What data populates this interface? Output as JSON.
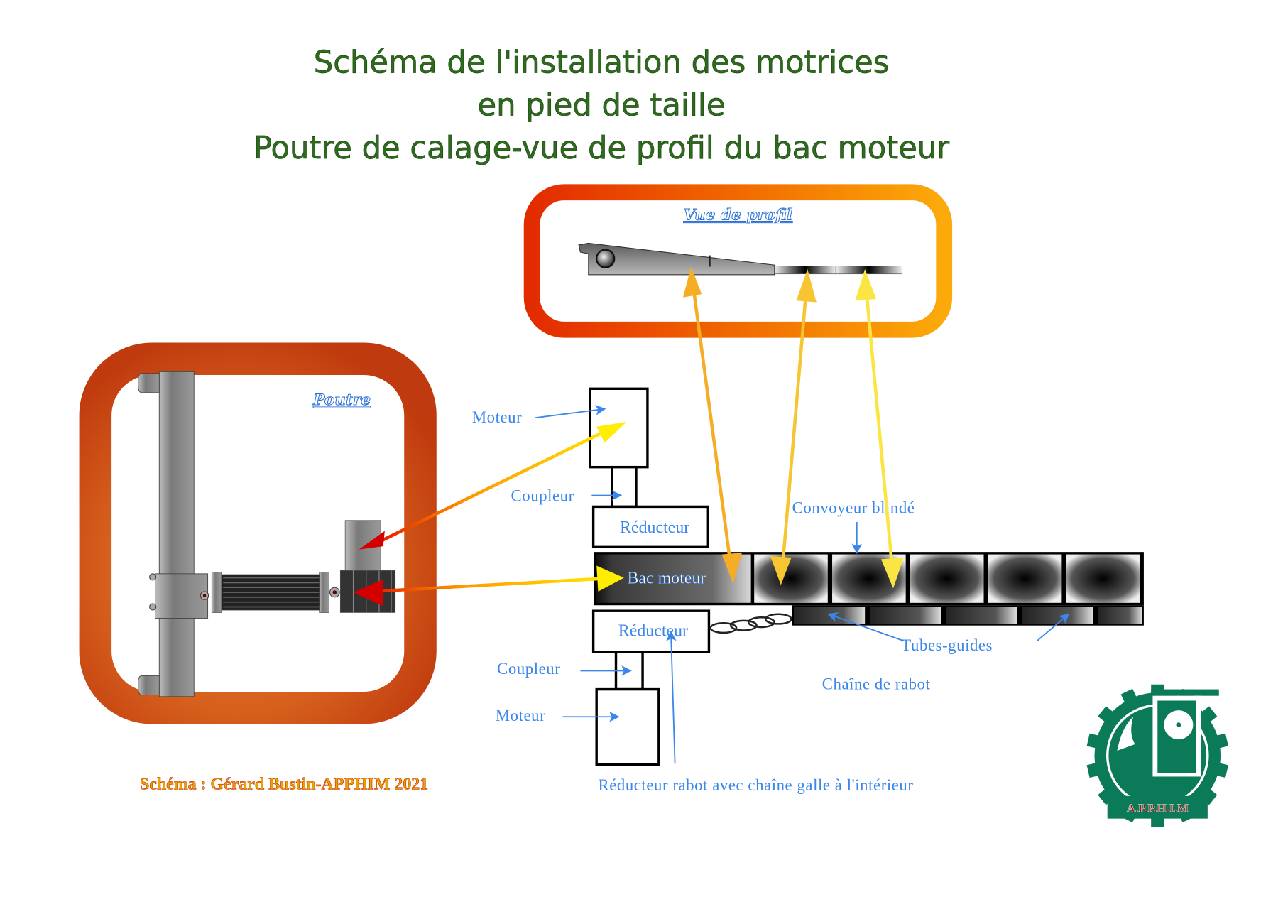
{
  "title": {
    "line1": "Schéma de l'installation des motrices",
    "line2": "en pied de taille",
    "line3": "Poutre de calage-vue de profil du bac moteur"
  },
  "panels": {
    "profile_view": {
      "label": "Vue de profil"
    },
    "beam": {
      "label": "Poutre"
    }
  },
  "labels": {
    "motor_top": "Moteur",
    "coupler_top": "Coupleur",
    "reducer_top": "Réducteur",
    "armored_conveyor": "Convoyeur blindé",
    "motor_pan": "Bac moteur",
    "reducer_bottom": "Réducteur",
    "guide_tubes": "Tubes-guides",
    "coupler_bottom": "Coupleur",
    "plow_chain": "Chaîne de rabot",
    "motor_bottom": "Moteur",
    "plow_reducer_note": "Réducteur rabot avec chaîne galle à l'intérieur"
  },
  "credit": "Schéma : Gérard Bustin-APPHIM 2021",
  "logo": {
    "text": "A.P.P.H.I.M"
  },
  "colors": {
    "title_green": "#2f6b1e",
    "label_blue": "#3a86ea",
    "profile_frame_start": "#e32b00",
    "profile_frame_end": "#fcaa0a",
    "beam_frame": "#d2561a",
    "arrow_red": "#d40000",
    "arrow_yellow": "#ffee00",
    "logo_green": "#0a7a58",
    "logo_red": "#a31515"
  }
}
